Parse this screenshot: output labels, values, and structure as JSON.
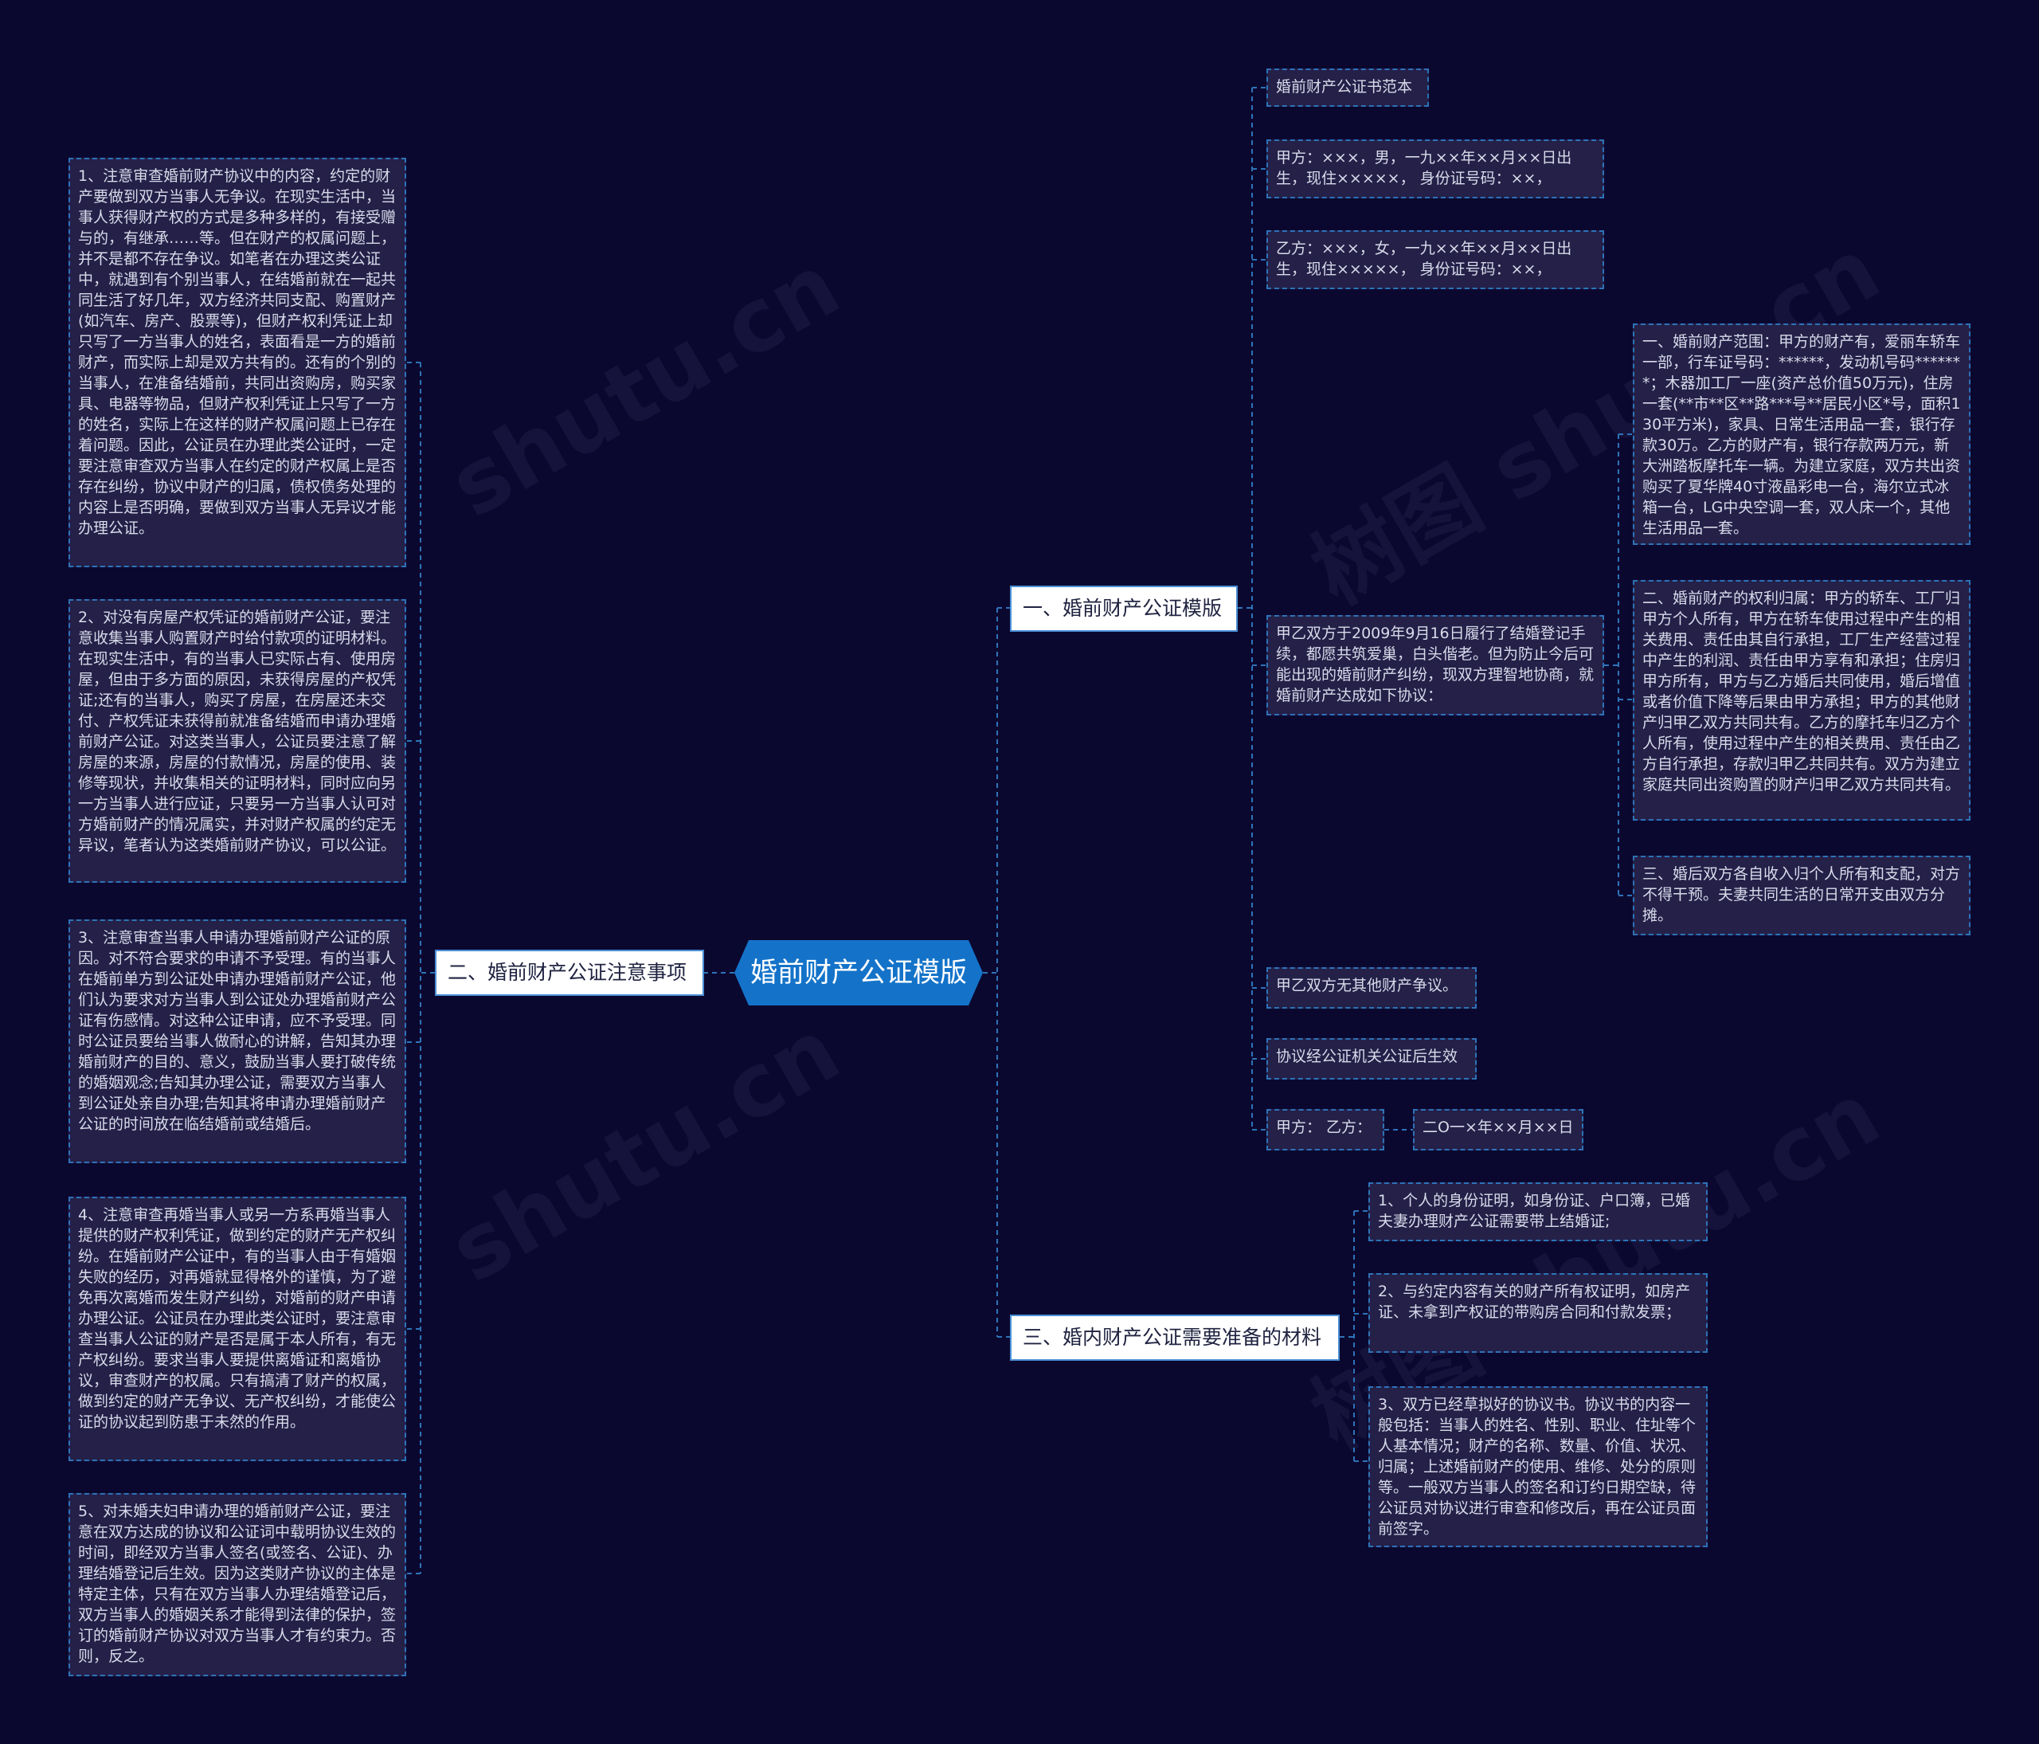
{
  "root": {
    "label": "婚前财产公证模版"
  },
  "branches": [
    {
      "label": "一、婚前财产公证模版"
    },
    {
      "label": "二、婚前财产公证注意事项"
    },
    {
      "label": "三、婚内财产公证需要准备的材料"
    }
  ],
  "branch1": {
    "title_item": "婚前财产公证书范本",
    "party_a": "甲方：×××，男，一九××年××月××日出生，现住×××××， 身份证号码：××，",
    "party_b": "乙方：×××，女，一九××年××月××日出生，现住×××××， 身份证号码：××，",
    "agreement": "甲乙双方于2009年9月16日履行了结婚登记手续，都愿共筑爱巢，白头偕老。但为防止今后可能出现的婚前财产纠纷，现双方理智地协商，就婚前财产达成如下协议：",
    "clauses": [
      "一、婚前财产范围：甲方的财产有，爱丽车轿车一部，行车证号码：******，发动机号码*******；木器加工厂一座(资产总价值50万元)，住房一套(**市**区**路***号**居民小区*号，面积130平方米)，家具、日常生活用品一套，银行存款30万。乙方的财产有，银行存款两万元，新大洲踏板摩托车一辆。为建立家庭，双方共出资购买了夏华牌40寸液晶彩电一台，海尔立式冰箱一台，LG中央空调一套，双人床一个，其他生活用品一套。",
      "二、婚前财产的权利归属：甲方的轿车、工厂归甲方个人所有，甲方在轿车使用过程中产生的相关费用、责任由其自行承担，工厂生产经营过程中产生的利润、责任由甲方享有和承担；住房归甲方所有，甲方与乙方婚后共同使用，婚后增值或者价值下降等后果由甲方承担；甲方的其他财产归甲乙双方共同共有。乙方的摩托车归乙方个人所有，使用过程中产生的相关费用、责任由乙方自行承担，存款归甲乙共同共有。双方为建立家庭共同出资购置的财产归甲乙双方共同共有。",
      "三、婚后双方各自收入归个人所有和支配，对方不得干预。夫妻共同生活的日常开支由双方分摊。"
    ],
    "no_dispute": "甲乙双方无其他财产争议。",
    "effective": "协议经公证机关公证后生效",
    "signatures": "甲方： 乙方：",
    "date": "二O一×年××月××日"
  },
  "branch2": {
    "items": [
      "1、注意审查婚前财产协议中的内容，约定的财产要做到双方当事人无争议。在现实生活中，当事人获得财产权的方式是多种多样的，有接受赠与的，有继承……等。但在财产的权属问题上，并不是都不存在争议。如笔者在办理这类公证中，就遇到有个别当事人，在结婚前就在一起共同生活了好几年，双方经济共同支配、购置财产(如汽车、房产、股票等)，但财产权利凭证上却只写了一方当事人的姓名，表面看是一方的婚前财产，而实际上却是双方共有的。还有的个别的当事人，在准备结婚前，共同出资购房，购买家具、电器等物品，但财产权利凭证上只写了一方的姓名，实际上在这样的财产权属问题上已存在着问题。因此，公证员在办理此类公证时，一定要注意审查双方当事人在约定的财产权属上是否存在纠纷，协议中财产的归属，债权债务处理的内容上是否明确，要做到双方当事人无异议才能办理公证。",
      "2、对没有房屋产权凭证的婚前财产公证，要注意收集当事人购置财产时给付款项的证明材料。在现实生活中，有的当事人已实际占有、使用房屋，但由于多方面的原因，未获得房屋的产权凭证;还有的当事人，购买了房屋，在房屋还未交付、产权凭证未获得前就准备结婚而申请办理婚前财产公证。对这类当事人，公证员要注意了解房屋的来源，房屋的付款情况，房屋的使用、装修等现状，并收集相关的证明材料，同时应向另一方当事人进行应证，只要另一方当事人认可对方婚前财产的情况属实，并对财产权属的约定无异议，笔者认为这类婚前财产协议，可以公证。",
      "3、注意审查当事人申请办理婚前财产公证的原因。对不符合要求的申请不予受理。有的当事人在婚前单方到公证处申请办理婚前财产公证，他们认为要求对方当事人到公证处办理婚前财产公证有伤感情。对这种公证申请，应不予受理。同时公证员要给当事人做耐心的讲解，告知其办理婚前财产的目的、意义，鼓励当事人要打破传统的婚姻观念;告知其办理公证，需要双方当事人到公证处亲自办理;告知其将申请办理婚前财产公证的时间放在临结婚前或结婚后。",
      "4、注意审查再婚当事人或另一方系再婚当事人提供的财产权利凭证，做到约定的财产无产权纠纷。在婚前财产公证中，有的当事人由于有婚姻失败的经历，对再婚就显得格外的谨慎，为了避免再次离婚而发生财产纠纷，对婚前的财产申请办理公证。公证员在办理此类公证时，要注意审查当事人公证的财产是否是属于本人所有，有无产权纠纷。要求当事人要提供离婚证和离婚协议，审查财产的权属。只有搞清了财产的权属，做到约定的财产无争议、无产权纠纷，才能使公证的协议起到防患于未然的作用。",
      "5、对未婚夫妇申请办理的婚前财产公证，要注意在双方达成的协议和公证词中载明协议生效的时间，即经双方当事人签名(或签名、公证)、办理结婚登记后生效。因为这类财产协议的主体是特定主体，只有在双方当事人办理结婚登记后，双方当事人的婚姻关系才能得到法律的保护，签订的婚前财产协议对双方当事人才有约束力。否则，反之。"
    ]
  },
  "branch3": {
    "items": [
      "1、个人的身份证明，如身份证、户口簿，已婚夫妻办理财产公证需要带上结婚证;",
      "2、与约定内容有关的财产所有权证明，如房产证、未拿到产权证的带购房合同和付款发票；",
      "3、双方已经草拟好的协议书。协议书的内容一般包括：当事人的姓名、性别、职业、住址等个人基本情况；财产的名称、数量、价值、状况、归属；上述婚前财产的使用、维修、处分的原则等。一般双方当事人的签名和订约日期空缺，待公证员对协议进行审查和修改后，再在公证员面前签字。"
    ]
  },
  "colors": {
    "background": "#0b0830",
    "root": "#1473c9",
    "connector": "#2e73b8",
    "leaf_bg": "#242048"
  }
}
